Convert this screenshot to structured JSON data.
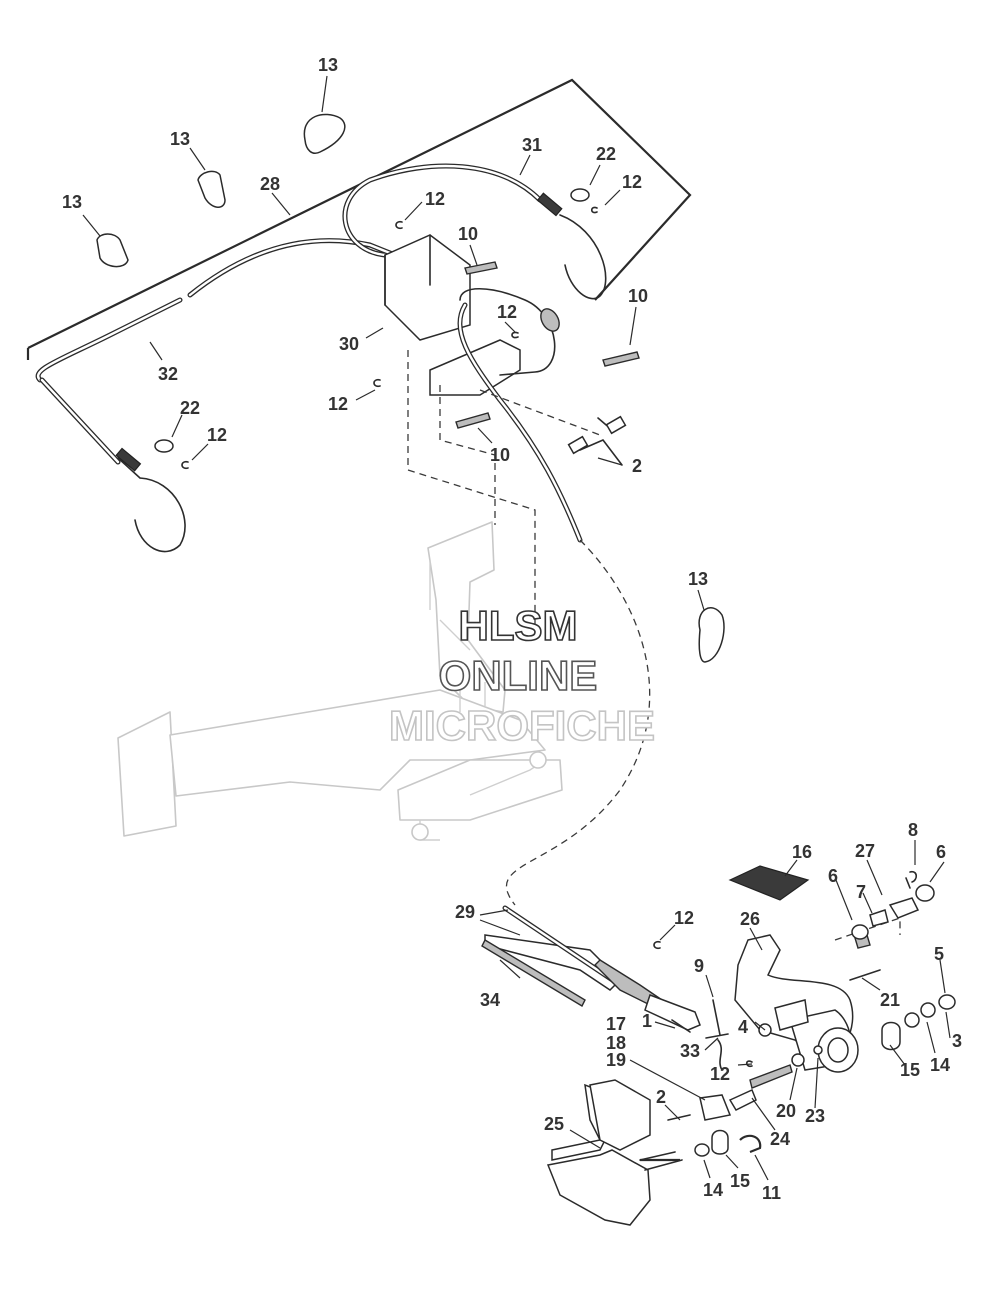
{
  "watermark": {
    "line1": "HLSM",
    "line2": "ONLINE",
    "line3": "MICROFICHE"
  },
  "callouts": [
    {
      "id": "c13a",
      "text": "13"
    },
    {
      "id": "c13b",
      "text": "13"
    },
    {
      "id": "c13c",
      "text": "13"
    },
    {
      "id": "c13d",
      "text": "13"
    },
    {
      "id": "c28",
      "text": "28"
    },
    {
      "id": "c31",
      "text": "31"
    },
    {
      "id": "c22a",
      "text": "22"
    },
    {
      "id": "c12a",
      "text": "12"
    },
    {
      "id": "c12b",
      "text": "12"
    },
    {
      "id": "c10a",
      "text": "10"
    },
    {
      "id": "c10b",
      "text": "10"
    },
    {
      "id": "c12c",
      "text": "12"
    },
    {
      "id": "c30",
      "text": "30"
    },
    {
      "id": "c32",
      "text": "32"
    },
    {
      "id": "c12d",
      "text": "12"
    },
    {
      "id": "c22b",
      "text": "22"
    },
    {
      "id": "c12e",
      "text": "12"
    },
    {
      "id": "c10c",
      "text": "10"
    },
    {
      "id": "c2a",
      "text": "2"
    },
    {
      "id": "c16",
      "text": "16"
    },
    {
      "id": "c8",
      "text": "8"
    },
    {
      "id": "c27",
      "text": "27"
    },
    {
      "id": "c6a",
      "text": "6"
    },
    {
      "id": "c6b",
      "text": "6"
    },
    {
      "id": "c7",
      "text": "7"
    },
    {
      "id": "c29",
      "text": "29"
    },
    {
      "id": "c12f",
      "text": "12"
    },
    {
      "id": "c26",
      "text": "26"
    },
    {
      "id": "c9",
      "text": "9"
    },
    {
      "id": "c5",
      "text": "5"
    },
    {
      "id": "c34",
      "text": "34"
    },
    {
      "id": "c21",
      "text": "21"
    },
    {
      "id": "c17",
      "text": "17"
    },
    {
      "id": "c18",
      "text": "18"
    },
    {
      "id": "c1",
      "text": "1"
    },
    {
      "id": "c4",
      "text": "4"
    },
    {
      "id": "c33",
      "text": "33"
    },
    {
      "id": "c19",
      "text": "19"
    },
    {
      "id": "c12g",
      "text": "12"
    },
    {
      "id": "c3",
      "text": "3"
    },
    {
      "id": "c14a",
      "text": "14"
    },
    {
      "id": "c15a",
      "text": "15"
    },
    {
      "id": "c20",
      "text": "20"
    },
    {
      "id": "c23",
      "text": "23"
    },
    {
      "id": "c2b",
      "text": "2"
    },
    {
      "id": "c24",
      "text": "24"
    },
    {
      "id": "c25",
      "text": "25"
    },
    {
      "id": "c14b",
      "text": "14"
    },
    {
      "id": "c15b",
      "text": "15"
    },
    {
      "id": "c11",
      "text": "11"
    }
  ]
}
